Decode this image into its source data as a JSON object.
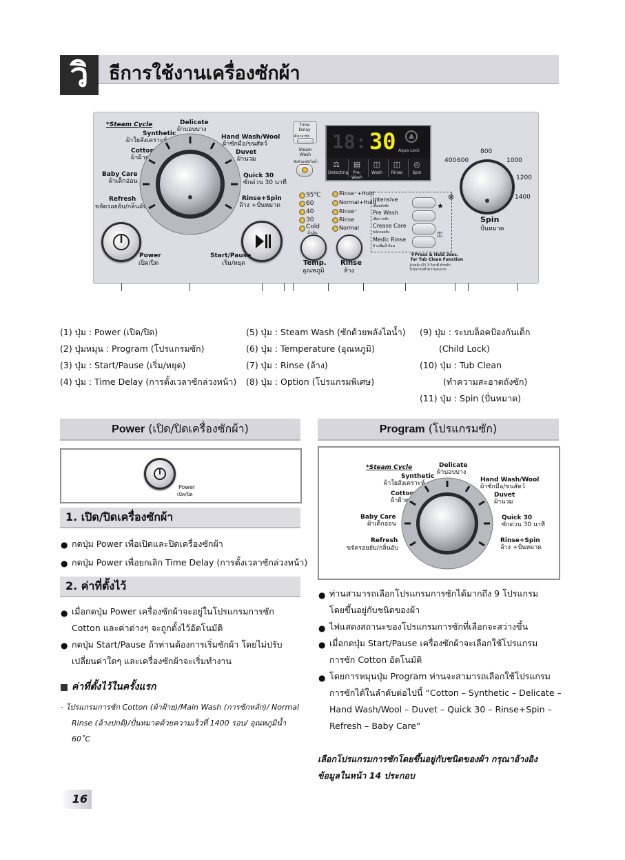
{
  "header": {
    "initial": "วิ",
    "title": "ธีการใช้งานเครื่องซักผ้า"
  },
  "panel": {
    "programs": {
      "steam_cycle": "*Steam Cycle",
      "synthetic": "Synthetic",
      "synthetic_th": "ผ้าใยสังเคราะห์",
      "cotton": "Cotton",
      "cotton_th": "ผ้าฝ้าย",
      "baby_care": "Baby Care",
      "baby_care_th": "ผ้าเด็กอ่อน",
      "refresh": "Refresh",
      "refresh_th": "ขจัดรอยยับ/กลิ่นอับ",
      "delicate": "Delicate",
      "delicate_th": "ผ้าบอบบาง",
      "hand_wash": "Hand Wash/Wool",
      "hand_wash_th": "ผ้าซักมือ/ขนสัตว์",
      "duvet": "Duvet",
      "duvet_th": "ผ้านวม",
      "quick30": "Quick 30",
      "quick30_th": "ซักด่วน 30 นาที",
      "rinse_spin": "Rinse+Spin",
      "rinse_spin_th": "ล้าง +ปั่นหมาด"
    },
    "power_label": "Power",
    "power_th": "เปิด/ปิด",
    "start_label": "Start/Pause",
    "start_th": "เริ่ม/หยุด",
    "time_delay": "Time Delay",
    "time_delay_th": "ตั้งเวลาซัก",
    "steam_wash": "Steam Wash",
    "steam_wash_th": "ซักด้วยพลังไอน้ำ",
    "display": {
      "left_digits": "18:",
      "right_digits": "30",
      "aqua_lock": "Aqua Lock"
    },
    "status_icons": [
      "Detecting",
      "Pre-Wash",
      "Wash",
      "Rinse",
      "Spin"
    ],
    "temps": [
      "95℃",
      "60",
      "40",
      "30",
      "Cold"
    ],
    "cold_th": "น้ำเย็น",
    "rinses": [
      "Rinse⁺+Hold",
      "Normal+Hold",
      "Rinse⁺",
      "Rinse",
      "Normal"
    ],
    "options": [
      "Intensive",
      "Pre Wash",
      "Crease Care",
      "Medic Rinse"
    ],
    "options_th": [
      "เพิ่มพลังซัก",
      "เพิ่มการซัก",
      "ขจัดรอยยับ",
      "ล้างเพิ่มน้ำร้อน"
    ],
    "temp_label": "Temp.",
    "temp_th": "อุณหภูมิ",
    "rinse_label": "Rinse",
    "rinse_th": "ล้าง",
    "press_hold": "※Press & Hold 3sec. for Tub Clean Function",
    "press_hold_th": "※กดค้างไว้ 3 วินาที สำหรับ โปรแกรมทำความสะอาด",
    "spin_speeds": [
      "400",
      "600",
      "800",
      "1000",
      "1200",
      "1400"
    ],
    "spin_label": "Spin",
    "spin_th": "ปั่นหมาด"
  },
  "legend": {
    "col1": [
      "(1)  ปุ่ม : Power (เปิด/ปิด)",
      "(2)  ปุ่มหมุน : Program (โปรแกรมซัก)",
      "(3)  ปุ่ม : Start/Pause (เริ่ม/หยุด)",
      "(4)  ปุ่ม : Time Delay (การตั้งเวลาซักล่วงหน้า)"
    ],
    "col2": [
      "(5)  ปุ่ม : Steam Wash (ซักด้วยพลังไอน้ำ)",
      "(6)  ปุ่ม : Temperature (อุณหภูมิ)",
      "(7)  ปุ่ม : Rinse (ล้าง)",
      "(8)  ปุ่ม : Option (โปรแกรมพิเศษ)"
    ],
    "col3": [
      "(9)  ปุ่ม : ระบบล็อคป้องกันเด็ก",
      "(Child Lock)",
      "(10) ปุ่ม : Tub Clean",
      "(ทำความสะอาดถังซัก)",
      "(11) ปุ่ม : Spin (ปั่นหมาด)"
    ]
  },
  "power_section": {
    "title_en": "Power",
    "title_th": "(เปิด/ปิดเครื่องซักผ้า)",
    "sub1": "1. เปิด/ปิดเครื่องซักผ้า",
    "bullets1": [
      "กดปุ่ม Power เพื่อเปิดและปิดเครื่องซักผ้า",
      "กดปุ่ม Power เพื่อยกเลิก Time Delay (การตั้งเวลาซักล่วงหน้า)"
    ],
    "sub2": "2. ค่าที่ตั้งไว้",
    "bullets2": [
      "เมื่อกดปุ่ม Power เครื่องซักผ้าจะอยู่ในโปรแกรมการซัก",
      "Cotton และค่าต่างๆ จะถูกตั้งไว้อัตโนมัติ",
      "กดปุ่ม Start/Pause ถ้าท่านต้องการเริ่มซักผ้า โดยไม่ปรับ",
      "เปลี่ยนค่าใดๆ และเครื่องซักผ้าจะเริ่มทำงาน"
    ],
    "initial_heading": "ค่าที่ตั้งไว้ในครั้งแรก",
    "initial_text": [
      "-  โปรแกรมการซัก Cotton (ผ้าฝ้าย)/Main Wash (การซักหลัก)/ Normal",
      "Rinse (ล้างปกติ)/ปั่นหมาดด้วยความเร็วที่ 1400 รอบ/ อุณหภูมิน้ำ",
      "60˚C"
    ]
  },
  "program_section": {
    "title_en": "Program",
    "title_th": "(โปรแกรมซัก)",
    "bullets": [
      "ท่านสามารถเลือกโปรแกรมการซักได้มากถึง 9 โปรแกรม",
      "โดยขึ้นอยู่กับชนิดของผ้า",
      "ไฟแสดงสถานะของโปรแกรมการซักที่เลือกจะสว่างขึ้น",
      "เมื่อกดปุ่ม Start/Pause เครื่องซักผ้าจะเลือกใช้โปรแกรม",
      "การซัก Cotton อัตโนมัติ",
      "โดยการหมุนปุ่ม Program  ท่านจะสามารถเลือกใช้โปรแกรม",
      "การซักได้ในลำดับต่อไปนี้  “Cotton – Synthetic – Delicate –",
      "Hand Wash/Wool – Duvet – Quick 30 – Rinse+Spin –",
      "Refresh – Baby Care”"
    ],
    "note": [
      "เลือกโปรแกรมการซักโดยขึ้นอยู่กับชนิดของผ้า กรุณาอ้างอิง",
      "ข้อมูลในหน้า 14 ประกอบ"
    ]
  },
  "page_number": "16"
}
